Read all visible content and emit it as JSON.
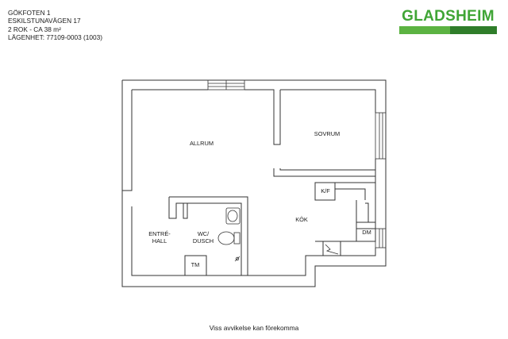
{
  "header": {
    "line1": "GÖKFOTEN 1",
    "line2": "ESKILSTUNAVÄGEN 17",
    "line3": "2 ROK - CA 38 m²",
    "line4": "LÄGENHET:  77109-0003 (1003)"
  },
  "brand": {
    "name": "GLADSHEIM",
    "color_light": "#5cb342",
    "color_dark": "#2f7d2a"
  },
  "rooms": {
    "allrum": "ALLRUM",
    "sovrum": "SOVRUM",
    "kok": "KÖK",
    "kf": "K/F",
    "dm": "DM",
    "entre_line1": "ENTRÉ-",
    "entre_line2": "HALL",
    "wc_line1": "WC/",
    "wc_line2": "DUSCH",
    "tm": "TM"
  },
  "footer": {
    "disclaimer": "Viss avvikelse kan förekomma"
  }
}
